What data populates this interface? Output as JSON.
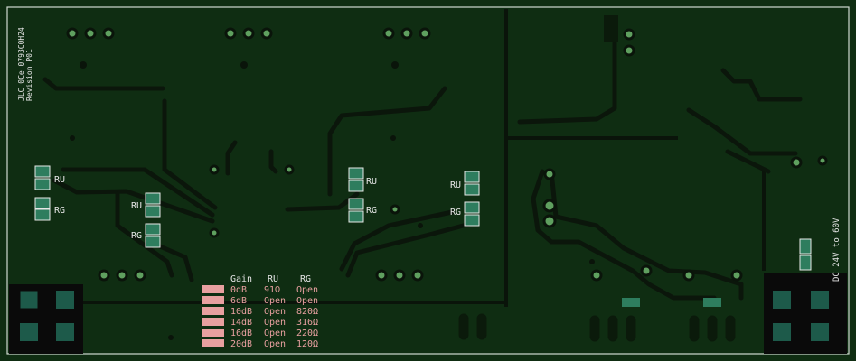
{
  "colors": {
    "board_bg": "#0f2d12",
    "outline": "#cfd8cf",
    "trace": "#0b160b",
    "trace_fill": "#134014",
    "pad": "#5fa05f",
    "copper_ring": "#0a140a",
    "silk": "#e6e6e6",
    "silk_pink": "#e8a0a0",
    "pad_teal": "#2e7d5e",
    "block": "#0a0a0a"
  },
  "silkscreen": {
    "maker_line1": "JLC 0Ce 0793C0H24",
    "maker_line2": "Revision P01",
    "power_label": "DC 24V to 60V",
    "labels": {
      "ru_a": "RU",
      "rg_a": "RG",
      "ru_b": "RU",
      "rg_b": "RG",
      "ru_c": "RU",
      "rg_c": "RG",
      "ru_d": "RU",
      "rg_d": "RG"
    }
  },
  "gain_table": {
    "headers": [
      "Gain",
      "RU",
      "RG"
    ],
    "rows": [
      [
        "0dB",
        "91Ω",
        "Open"
      ],
      [
        "6dB",
        "Open",
        "Open"
      ],
      [
        "10dB",
        "Open",
        "820Ω"
      ],
      [
        "14dB",
        "Open",
        "316Ω"
      ],
      [
        "16dB",
        "Open",
        "220Ω"
      ],
      [
        "20dB",
        "Open",
        "120Ω"
      ]
    ]
  }
}
